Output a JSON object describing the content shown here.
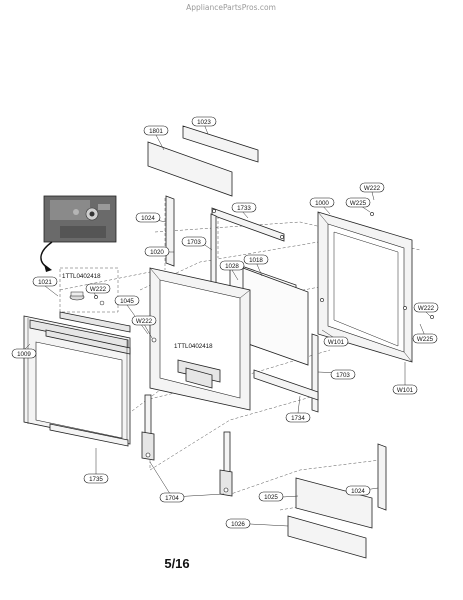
{
  "watermark": "AppliancePartsPros.com",
  "page_number": "5/16",
  "callouts": {
    "c1023": "1023",
    "c1801": "1801",
    "c1024a": "1024",
    "c1000": "1000",
    "c1733": "1733",
    "cW222a": "W222",
    "cW225a": "W225",
    "c1020": "1020",
    "c1703a": "1703",
    "c1028": "1028",
    "c1018": "1018",
    "c1021": "1021",
    "c1ttl_a": "1TTL0402418",
    "cW222b": "W222",
    "c1045": "1045",
    "cW222c": "W222",
    "c1ttl_b": "1TTL0402418",
    "c1009": "1009",
    "cW222d": "W222",
    "cW101a": "W101",
    "cW225b": "W225",
    "c1703b": "1703",
    "cW101b": "W101",
    "c1734": "1734",
    "c1735": "1735",
    "c1704": "1704",
    "c1024b": "1024",
    "c1025": "1025",
    "c1026": "1026"
  }
}
